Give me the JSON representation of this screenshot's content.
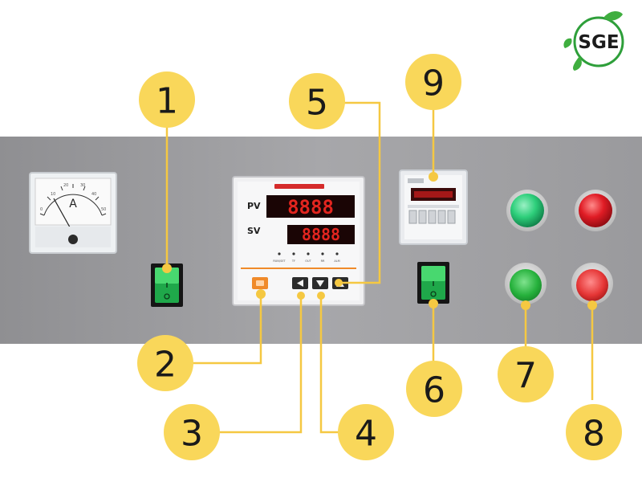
{
  "logo": {
    "text": "SGE"
  },
  "ammeter": {
    "unit": "A",
    "scale": [
      "0",
      "10",
      "20",
      "30",
      "40",
      "50"
    ]
  },
  "controller": {
    "pv_label": "PV",
    "sv_label": "SV",
    "pv_display": "8888",
    "sv_display": "8888",
    "indicators": [
      "RUN/SET",
      "TF",
      "OUT",
      "RR",
      "ALM"
    ]
  },
  "callouts": [
    {
      "number": "1"
    },
    {
      "number": "2"
    },
    {
      "number": "3"
    },
    {
      "number": "4"
    },
    {
      "number": "5"
    },
    {
      "number": "6"
    },
    {
      "number": "7"
    },
    {
      "number": "8"
    },
    {
      "number": "9"
    }
  ],
  "colors": {
    "callout_fill": "#f9d75a",
    "leader_line": "#f5c842",
    "panel": "#9d9d9f",
    "switch_green": "#2ec45a",
    "lamp_green": "#2ecf7b",
    "lamp_red": "#e01c25",
    "display_red": "#e3251f"
  }
}
